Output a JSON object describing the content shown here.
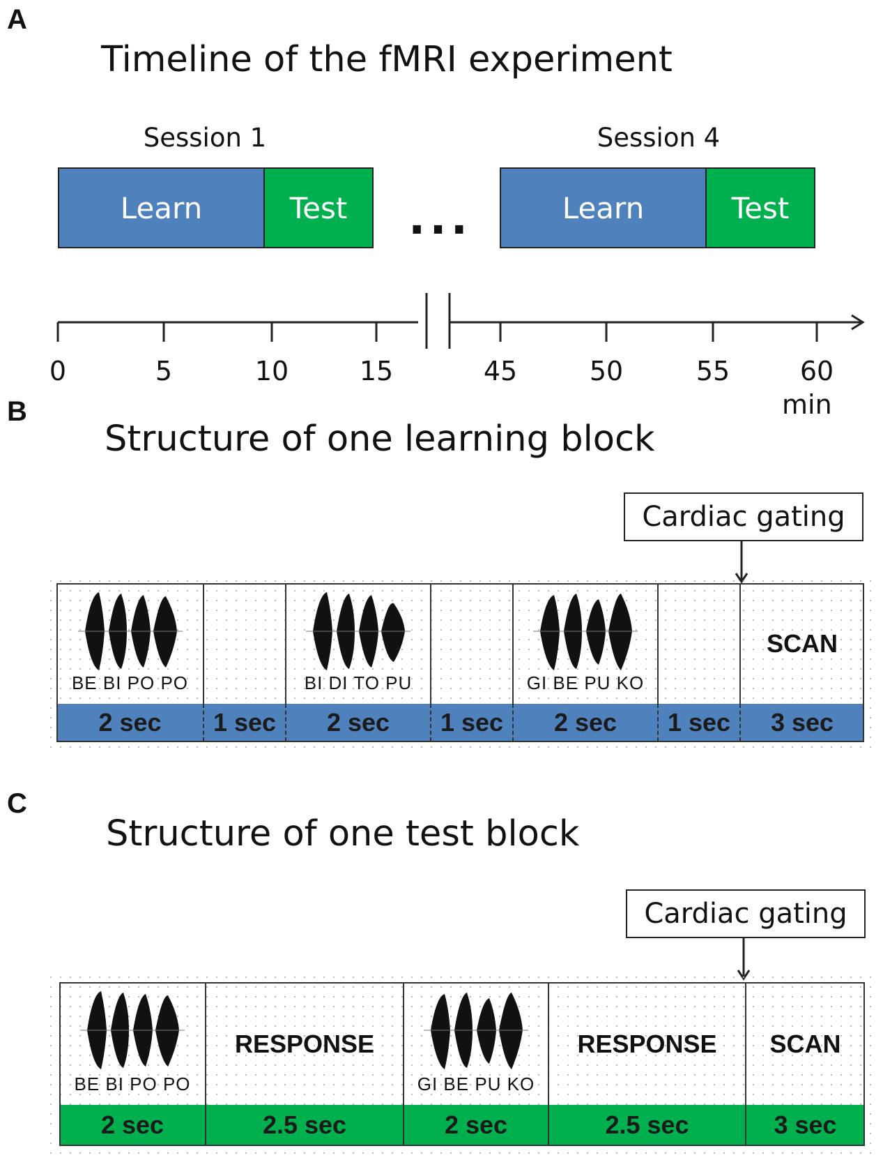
{
  "panel_a": {
    "letter": "A",
    "title": "Timeline of the fMRI experiment",
    "sessions": [
      {
        "label": "Session 1",
        "learn": "Learn",
        "test": "Test"
      },
      {
        "label": "Session 4",
        "learn": "Learn",
        "test": "Test"
      }
    ],
    "ellipsis": "...",
    "axis": {
      "ticks_left": [
        "0",
        "5",
        "10",
        "15"
      ],
      "ticks_right": [
        "45",
        "50",
        "55",
        "60"
      ],
      "unit": "min"
    },
    "colors": {
      "learn": "#4f81bd",
      "test": "#00b04f"
    }
  },
  "panel_b": {
    "letter": "B",
    "title": "Structure of one learning block",
    "gating": "Cardiac gating",
    "cells": [
      {
        "content": "wave",
        "syllables": "BE BI PO PO",
        "duration": "2 sec"
      },
      {
        "content": "empty",
        "syllables": "",
        "duration": "1 sec"
      },
      {
        "content": "wave",
        "syllables": "BI DI TO PU",
        "duration": "2 sec"
      },
      {
        "content": "empty",
        "syllables": "",
        "duration": "1 sec"
      },
      {
        "content": "wave",
        "syllables": "GI BE PU KO",
        "duration": "2 sec"
      },
      {
        "content": "empty",
        "syllables": "",
        "duration": "1 sec"
      },
      {
        "content": "word",
        "word": "SCAN",
        "duration": "3 sec"
      }
    ]
  },
  "panel_c": {
    "letter": "C",
    "title": "Structure of one test block",
    "gating": "Cardiac gating",
    "cells": [
      {
        "content": "wave",
        "syllables": "BE BI PO PO",
        "duration": "2 sec"
      },
      {
        "content": "word",
        "word": "RESPONSE",
        "duration": "2.5 sec"
      },
      {
        "content": "wave",
        "syllables": "GI BE PU KO",
        "duration": "2 sec"
      },
      {
        "content": "word",
        "word": "RESPONSE",
        "duration": "2.5 sec"
      },
      {
        "content": "word",
        "word": "SCAN",
        "duration": "3 sec"
      }
    ]
  }
}
